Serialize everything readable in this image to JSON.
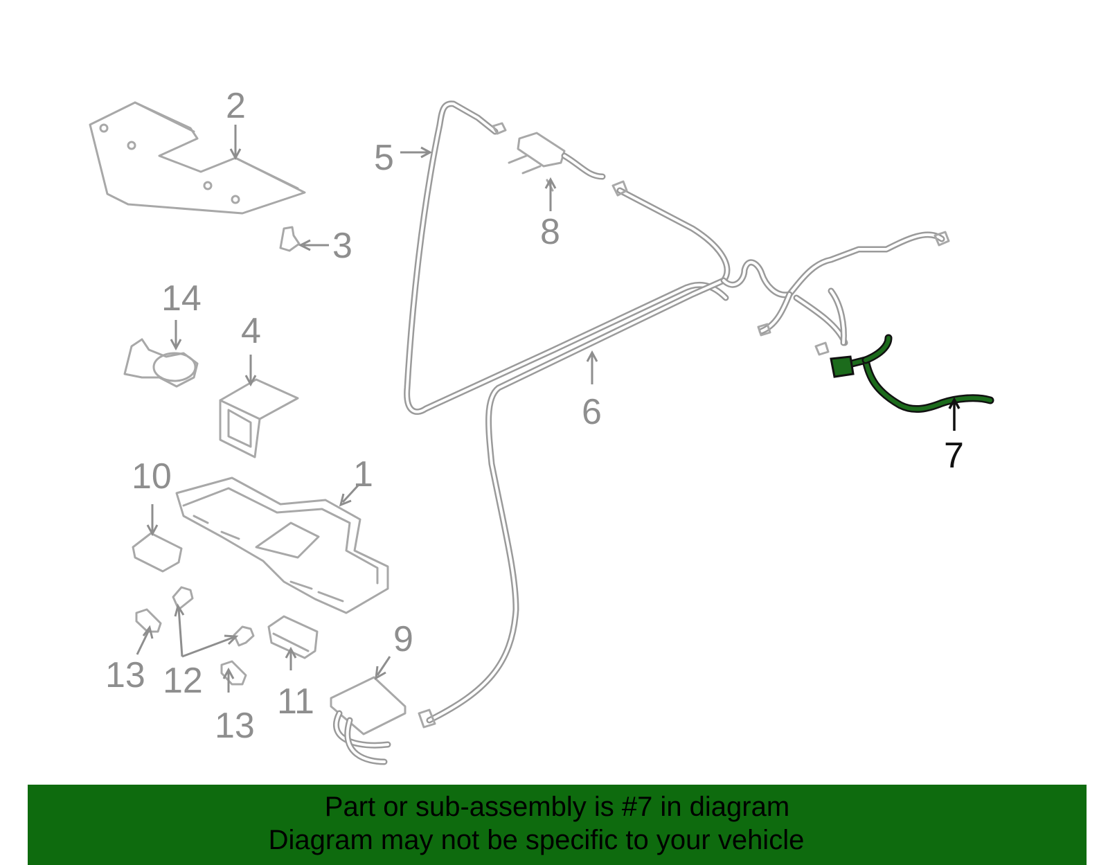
{
  "diagram": {
    "callouts": [
      {
        "id": "1",
        "label": "1"
      },
      {
        "id": "2",
        "label": "2"
      },
      {
        "id": "3",
        "label": "3"
      },
      {
        "id": "4",
        "label": "4"
      },
      {
        "id": "5",
        "label": "5"
      },
      {
        "id": "6",
        "label": "6"
      },
      {
        "id": "7",
        "label": "7",
        "highlighted": true
      },
      {
        "id": "8",
        "label": "8"
      },
      {
        "id": "9",
        "label": "9"
      },
      {
        "id": "10",
        "label": "10"
      },
      {
        "id": "11",
        "label": "11"
      },
      {
        "id": "12",
        "label": "12"
      },
      {
        "id": "13a",
        "label": "13"
      },
      {
        "id": "13b",
        "label": "13"
      },
      {
        "id": "14",
        "label": "14"
      }
    ],
    "colors": {
      "callout_normal": "#8e8e8e",
      "callout_highlight": "#111111",
      "part_outline": "#a8a8a8",
      "highlight_part": "#1c6b1c",
      "banner_bg": "#0e6b0e"
    }
  },
  "banner": {
    "line1": "Part or sub-assembly is #7 in diagram",
    "line2": "Diagram may not be specific to your vehicle"
  }
}
